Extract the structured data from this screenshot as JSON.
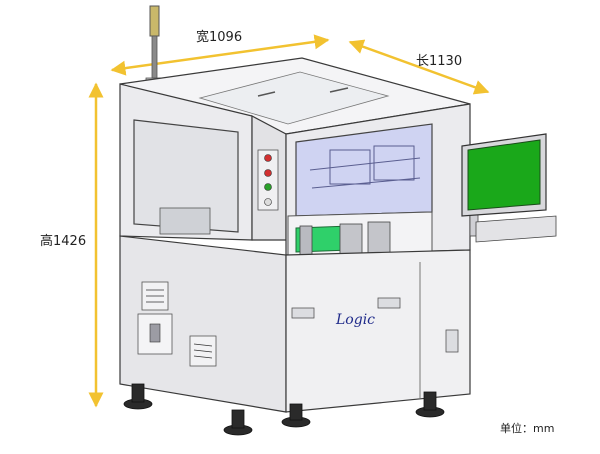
{
  "dimensions": {
    "width_label": "宽1096",
    "length_label": "长1130",
    "height_label": "高1426"
  },
  "unit_label": "单位：mm",
  "logo_text": "Logic",
  "colors": {
    "dimension_arrow": "#f2c230",
    "machine_body": "#e9e9ec",
    "machine_outline": "#3a3a3a",
    "screen": "#1aa81a",
    "glass": "#cfd3f2",
    "tray": "#2fd06a",
    "signal_tower": "#c9b86a"
  }
}
